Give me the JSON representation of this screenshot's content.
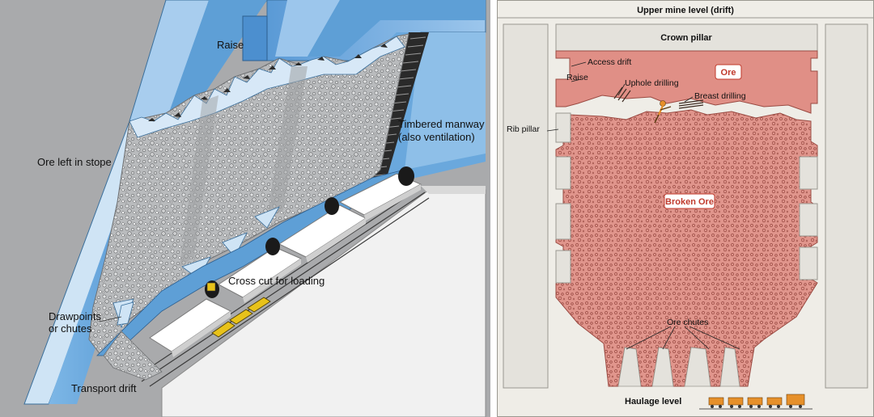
{
  "left_diagram": {
    "labels": {
      "raise": "Raise",
      "timbered_manway": "Timbered manway",
      "also_ventilation": "(also ventilation)",
      "ore_left_in_stope": "Ore left in stope",
      "cross_cut_for_loading": "Cross cut for loading",
      "drawpoints": "Drawpoints",
      "or_chutes": "or chutes",
      "transport_drift": "Transport drift"
    },
    "colors": {
      "background": "#a9aaac",
      "rock_blue": "#5e9fd6",
      "rock_blue_light": "#a8cdee",
      "rock_blue_dark": "#3f7fbf",
      "ore_gray": "#b4b6b8",
      "drift_white": "#efefef"
    }
  },
  "right_diagram": {
    "labels": {
      "upper_mine_level": "Upper mine level (drift)",
      "crown_pillar": "Crown pillar",
      "access_drift": "Access drift",
      "raise": "Raise",
      "ore": "Ore",
      "uphole_drilling": "Uphole drilling",
      "breast_drilling": "Breast drilling",
      "rib_pillar": "Rib pillar",
      "broken_ore": "Broken Ore",
      "ore_chutes": "Ore chutes",
      "haulage_level": "Haulage level"
    },
    "colors": {
      "background": "#efede7",
      "pillar": "#e4e2dc",
      "ore": "#e08f86",
      "broken_ore": "#e0958c",
      "label_red": "#c0392b",
      "cart_orange": "#e6902a"
    }
  }
}
